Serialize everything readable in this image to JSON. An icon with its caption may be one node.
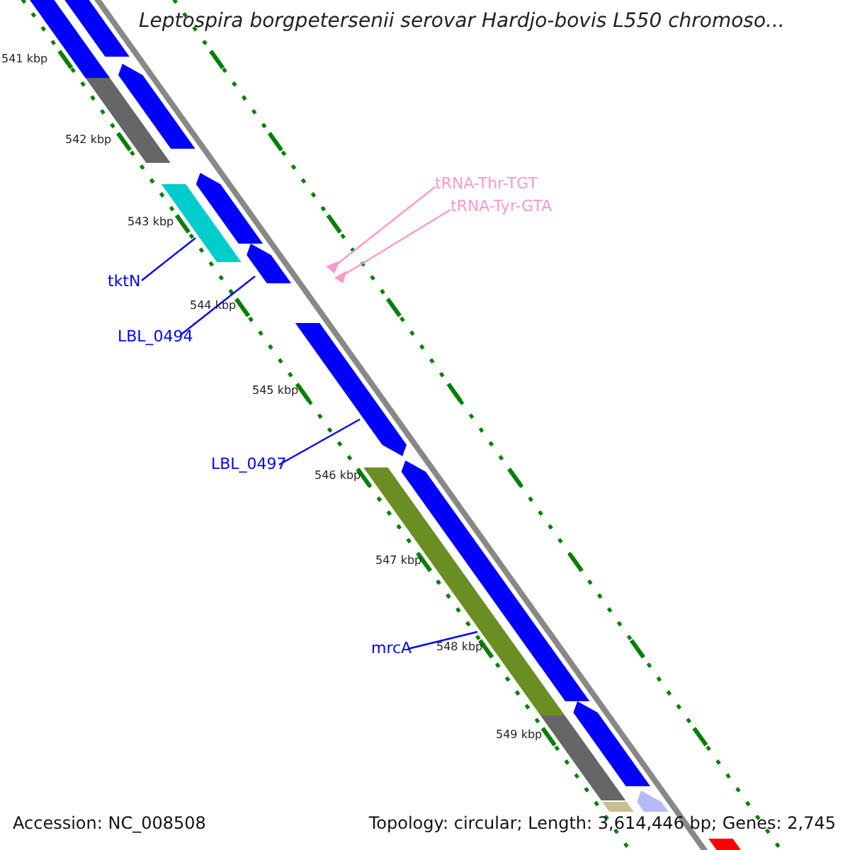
{
  "diagram": {
    "title": "Leptospira borgpetersenii serovar Hardjo-bovis L550 chromoso...",
    "nodes": [
      {
        "text": [
          "tktN"
        ]
      },
      {
        "text": [],
        "shape": "bar"
      },
      {
        "text": [
          "LBL_0494"
        ]
      },
      {
        "text": [],
        "shape": "bar"
      },
      {
        "text": [
          "LBL_0497"
        ]
      },
      {
        "text": [],
        "shape": "bar"
      },
      {
        "text": [
          "mrcA"
        ]
      },
      {
        "text": [],
        "shape": "bar"
      },
      {
        "text": [
          "tRNA-Thr-TGT"
        ]
      },
      {
        "text": [],
        "shape": "triangle"
      },
      {
        "text": [
          "tRNA-Tyr-GTA"
        ]
      },
      {
        "text": [],
        "shape": "triangle"
      },
      {
        "text": [],
        "shape": "bar"
      },
      {
        "text": [],
        "shape": "bar"
      },
      {
        "text": [],
        "shape": "bar"
      },
      {
        "text": [],
        "shape": "bar"
      },
      {
        "text": [],
        "shape": "bar"
      },
      {
        "text": [],
        "shape": "bar"
      },
      {
        "text": [],
        "shape": "bar"
      },
      {
        "text": [],
        "shape": "bar"
      },
      {
        "text": [],
        "shape": "bar"
      },
      {
        "text": [],
        "shape": "bar"
      },
      {
        "text": [],
        "shape": "bar"
      }
    ],
    "edges": [
      {
        "from": 0,
        "to": 1,
        "arrow": "none"
      },
      {
        "from": 2,
        "to": 3,
        "arrow": "none"
      },
      {
        "from": 4,
        "to": 5,
        "arrow": "none"
      },
      {
        "from": 6,
        "to": 7,
        "arrow": "none"
      },
      {
        "from": 8,
        "to": 9,
        "arrow": "none",
        "color": "#ff99cc"
      },
      {
        "from": 10,
        "to": 11,
        "arrow": "none",
        "color": "#ff99cc"
      }
    ],
    "labels": [
      "541 kbp",
      "542 kbp",
      "543 kbp",
      "544 kbp",
      "545 kbp",
      "546 kbp",
      "547 kbp",
      "548 kbp",
      "549 kbp",
      "Accession: NC_008508",
      "Topology: circular; Length: 3,614,446 bp; Genes: 2,745"
    ]
  }
}
